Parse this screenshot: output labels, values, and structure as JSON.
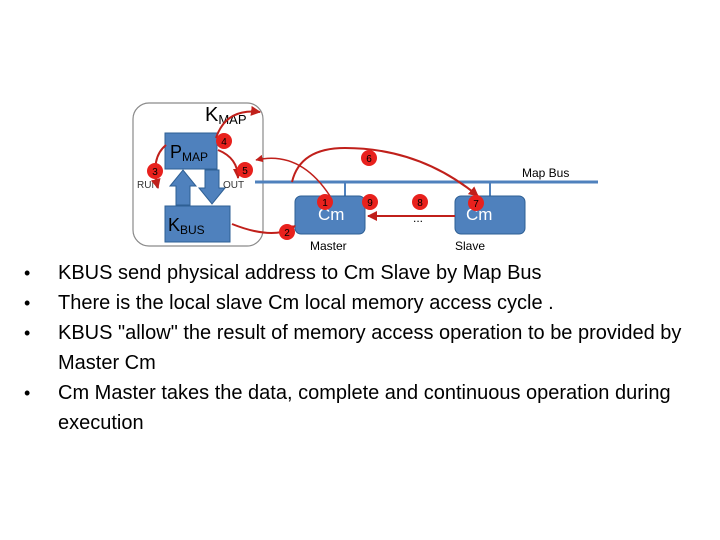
{
  "diagram": {
    "kmap": {
      "main": "K",
      "sub": "MAP"
    },
    "pmap": {
      "main": "P",
      "sub": "MAP"
    },
    "kbus": {
      "main": "K",
      "sub": "BUS"
    },
    "run_label": "RUN",
    "out_label": "OUT",
    "cm_master_label": "Cm",
    "cm_slave_label": "Cm",
    "master_caption": "Master",
    "slave_caption": "Slave",
    "map_bus_label": "Map Bus",
    "ellipsis": "...",
    "markers": [
      "1",
      "2",
      "3",
      "4",
      "5",
      "6",
      "7",
      "8",
      "9"
    ],
    "colors": {
      "box_fill": "#4f81bd",
      "box_border": "#2e5f94",
      "marker_red": "#e8211d",
      "bus_color": "#4f81bd",
      "arrow_red": "#c0201b"
    }
  },
  "bullets": [
    "KBUS send physical address to  Cm Slave by Map Bus",
    "There is the local slave Cm local memory access cycle .",
    "KBUS \"allow\" the result of memory access operation to be provided by Master Cm",
    "Cm Master takes the data, complete and continuous operation during execution"
  ]
}
